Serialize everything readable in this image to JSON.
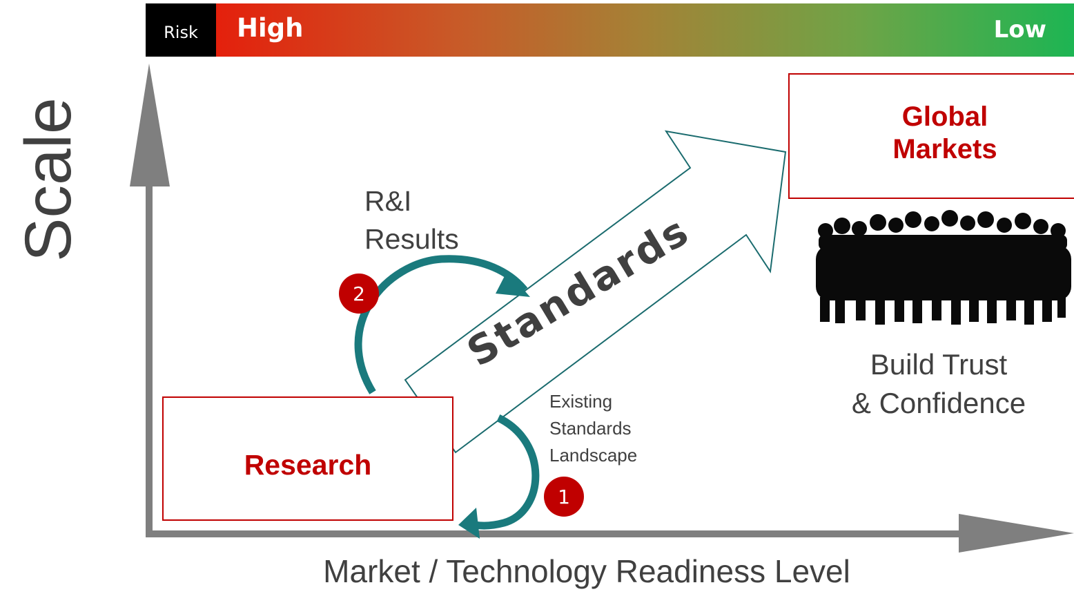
{
  "risk_bar": {
    "label": "Risk",
    "high": "High",
    "low": "Low"
  },
  "axes": {
    "y_label": "Scale",
    "x_label": "Market / Technology Readiness Level"
  },
  "research": {
    "title": "Research"
  },
  "global_markets": {
    "title": "Global\nMarkets"
  },
  "standards": {
    "label": "Standards"
  },
  "ri_results": {
    "label": "R&I\nResults",
    "step": "2"
  },
  "existing_standards": {
    "label": "Existing\nStandards\nLandscape",
    "step": "1"
  },
  "build_trust": {
    "label": "Build Trust\n& Confidence",
    "icon": "crowd-silhouette-icon"
  },
  "colors": {
    "accent_red": "#c00000",
    "teal": "#1a7a7d",
    "axis_gray": "#7f7f7f",
    "risk_high": "#e4200c",
    "risk_low": "#1db553"
  }
}
